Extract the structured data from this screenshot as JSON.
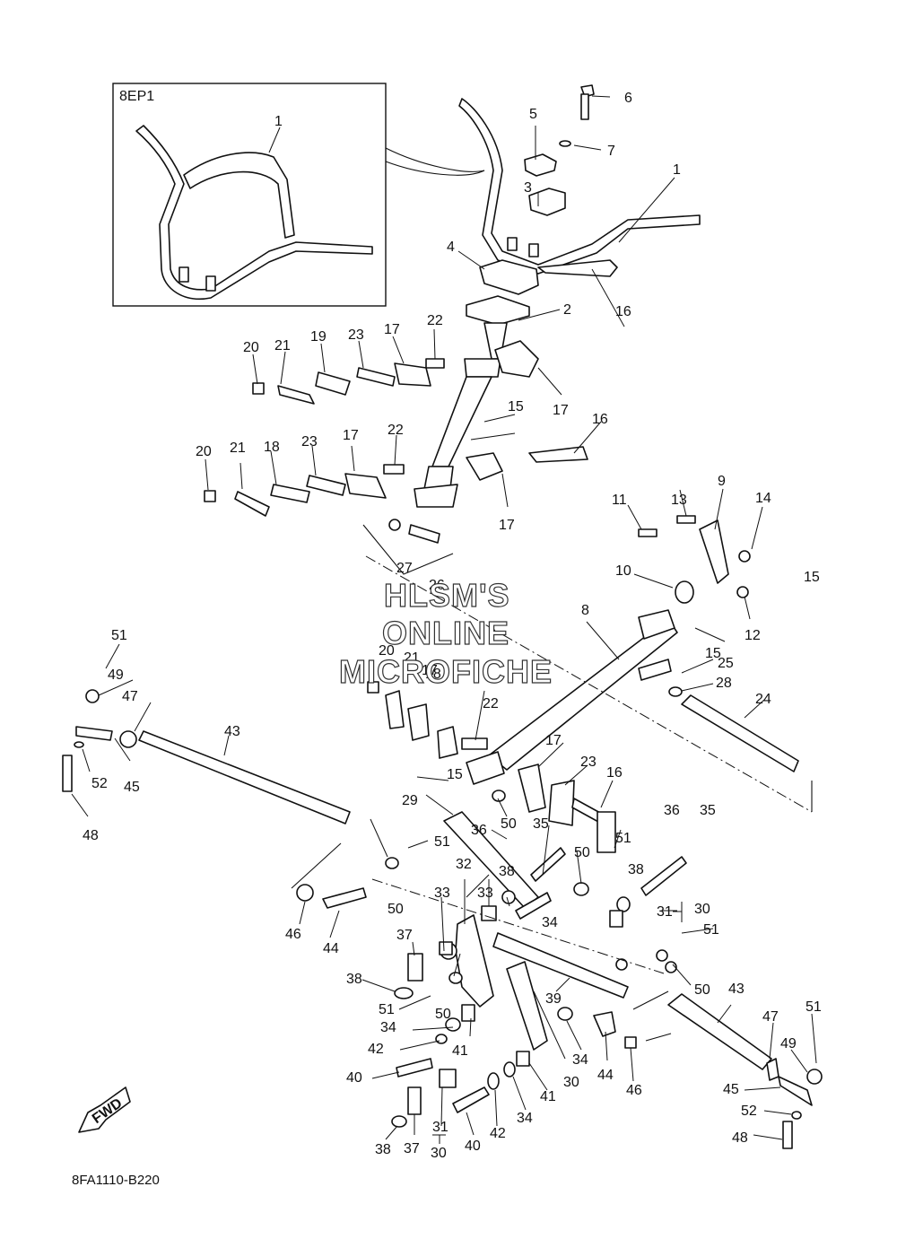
{
  "inset": {
    "label": "8EP1",
    "callout": "1"
  },
  "drawing_code": "8FA1110-B220",
  "fwd_badge": "FWD",
  "watermark": [
    "HLSM'S",
    "ONLINE",
    "MICROFICHE"
  ],
  "callouts": [
    "1",
    "2",
    "3",
    "4",
    "5",
    "6",
    "7",
    "8",
    "9",
    "10",
    "11",
    "12",
    "13",
    "14",
    "15",
    "15",
    "15",
    "15",
    "16",
    "16",
    "16",
    "17",
    "17",
    "17",
    "17",
    "17",
    "17",
    "18",
    "18",
    "19",
    "20",
    "20",
    "20",
    "21",
    "21",
    "21",
    "22",
    "22",
    "22",
    "23",
    "23",
    "23",
    "24",
    "25",
    "26",
    "27",
    "28",
    "29",
    "30",
    "30",
    "30",
    "31",
    "31",
    "32",
    "33",
    "33",
    "34",
    "34",
    "34",
    "34",
    "35",
    "35",
    "36",
    "36",
    "37",
    "37",
    "38",
    "38",
    "38",
    "38",
    "39",
    "40",
    "40",
    "41",
    "41",
    "42",
    "42",
    "43",
    "43",
    "44",
    "44",
    "45",
    "45",
    "46",
    "46",
    "47",
    "47",
    "48",
    "48",
    "49",
    "49",
    "50",
    "50",
    "50",
    "50",
    "50",
    "51",
    "51",
    "51",
    "51",
    "51",
    "51",
    "52",
    "52"
  ]
}
